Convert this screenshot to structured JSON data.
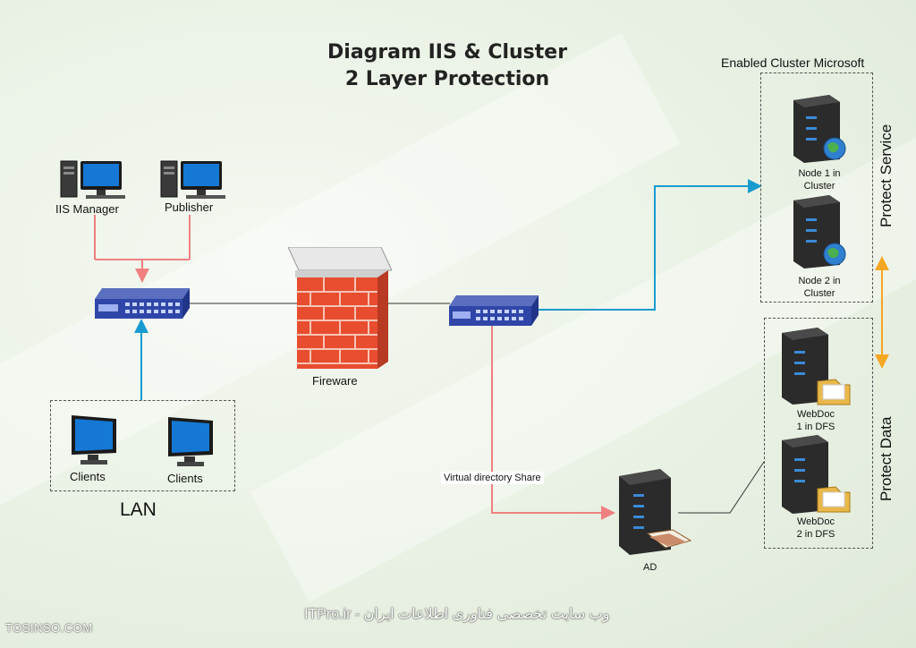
{
  "title": {
    "line1": "Diagram IIS  &  Cluster",
    "line2": "2 Layer Protection"
  },
  "nodes": {
    "iis_manager": "IIS Manager",
    "publisher": "Publisher",
    "clients_1": "Clients",
    "clients_2": "Clients",
    "lan": "LAN",
    "firewall": "Fireware",
    "node1_line1": "Node 1 in",
    "node1_line2": "Cluster",
    "node2_line1": "Node 2 in",
    "node2_line2": "Cluster",
    "webdoc1_line1": "WebDoc",
    "webdoc1_line2": "1 in DFS",
    "webdoc2_line1": "WebDoc",
    "webdoc2_line2": "2 in DFS",
    "ad": "AD"
  },
  "groups": {
    "cluster_caption": "Enabled Cluster Microsoft",
    "protect_service": "Protect Service",
    "protect_data": "Protect Data"
  },
  "edges": {
    "virtual_share": "Virtual directory Share"
  },
  "colors": {
    "red_link": "#f08080",
    "blue_link": "#1a9bd0",
    "orange_link": "#f5a623",
    "black_link": "#333333"
  },
  "footer": {
    "site": "TOSINSO.COM",
    "watermark": "ITPro.ir - وب سایت تخصصی فناوری اطلاعات ایران"
  }
}
